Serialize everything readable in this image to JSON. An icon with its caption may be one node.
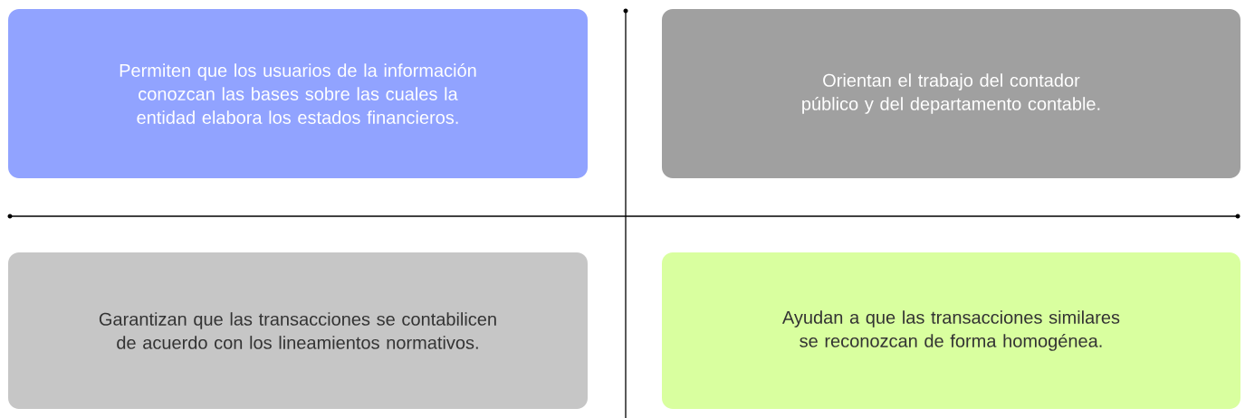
{
  "diagram": {
    "nodes": [
      {
        "text": [
          "Permiten que los usuarios de la información conozcan las bases sobre las cuales la entidad elabora los estados financieros."
        ]
      },
      {
        "text": [
          "Orientan el trabajo del contador público y del departamento contable."
        ]
      },
      {
        "text": [
          "Garantizan que las transacciones se contabilicen de acuerdo con los lineamientos normativos."
        ]
      },
      {
        "text": [
          "Ayudan a que las transacciones similares se reconozcan de forma homogénea."
        ]
      }
    ]
  }
}
